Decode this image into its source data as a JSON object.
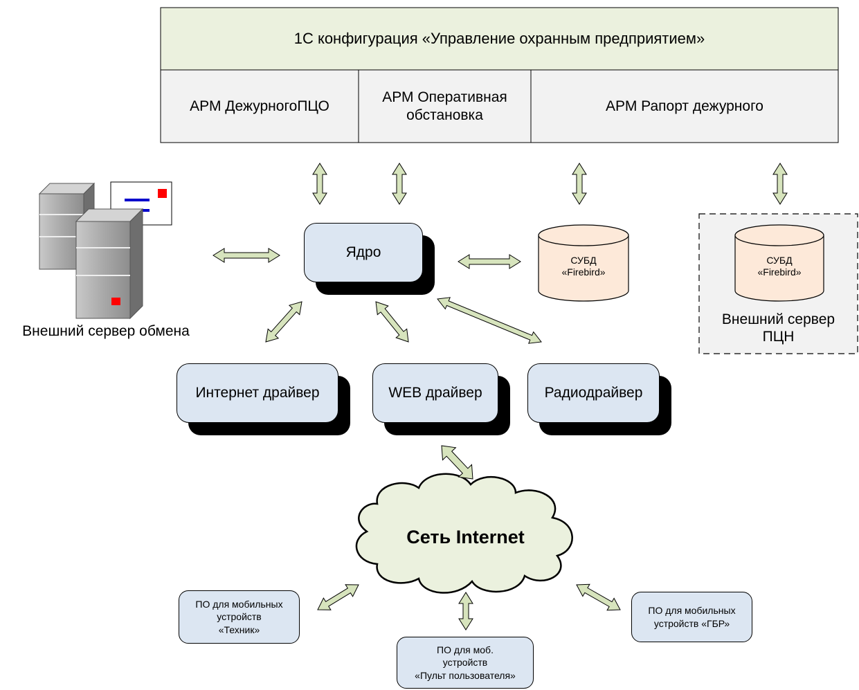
{
  "top_panel": {
    "title": "1С конфигурация «Управление охранным предприятием»",
    "arm_duty": "АРМ ДежурногоПЦО",
    "arm_situation_line1": "АРМ Оперативная",
    "arm_situation_line2": "обстановка",
    "arm_report": "АРМ Рапорт дежурного"
  },
  "core": {
    "label": "Ядро"
  },
  "db_local": {
    "line1": "СУБД",
    "line2": "«Firebird»"
  },
  "db_external": {
    "line1": "СУБД",
    "line2": "«Firebird»",
    "caption_line1": "Внешний сервер",
    "caption_line2": "ПЦН"
  },
  "exchange_server": {
    "caption": "Внешний сервер обмена"
  },
  "drivers": {
    "internet": "Интернет драйвер",
    "web": "WEB драйвер",
    "radio": "Радиодрайвер"
  },
  "cloud": {
    "label": "Сеть Internet"
  },
  "mobile": {
    "technician_line1": "ПО для мобильных",
    "technician_line2": "устройств",
    "technician_line3": "«Техник»",
    "user_line1": "ПО для моб.",
    "user_line2": "устройств",
    "user_line3": "«Пульт пользователя»",
    "gbr_line1": "ПО для мобильных",
    "gbr_line2": "устройств «ГБР»"
  },
  "colors": {
    "panel_header": "#ebf1de",
    "panel_cells": "#f2f2f2",
    "node_fill": "#dce6f2",
    "db_fill": "#fde9d9",
    "arrow_fill": "#d7e4bd",
    "cloud_fill": "#ebf1de",
    "dashed_fill": "#f2f2f2"
  }
}
